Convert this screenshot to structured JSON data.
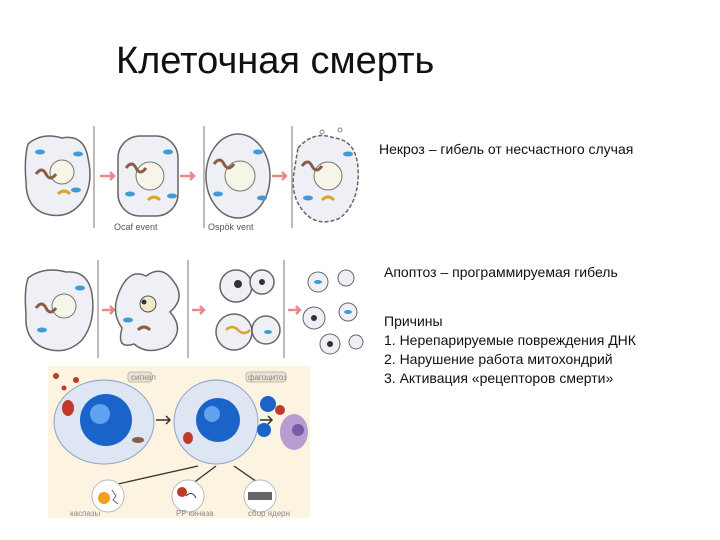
{
  "slide": {
    "title": "Клеточная смерть",
    "necrosis": "Некроз – гибель от несчастного случая",
    "apoptosis": "Апоптоз – программируемая гибель",
    "causes_heading": "Причины",
    "causes": [
      "1.  Нерепарируемые повреждения ДНК",
      "2.  Нарушение работа митохондрий",
      "3.  Активация «рецепторов смерти»"
    ]
  },
  "figure_necrosis": {
    "captions": [
      "Осаf event",
      "Ospök vent"
    ]
  },
  "figure_pathway": {
    "tags": [
      "сигнал",
      "фагоцитоз"
    ],
    "bottom_labels": [
      "каспазы",
      "PP киназа",
      "сбор ядерн"
    ]
  }
}
